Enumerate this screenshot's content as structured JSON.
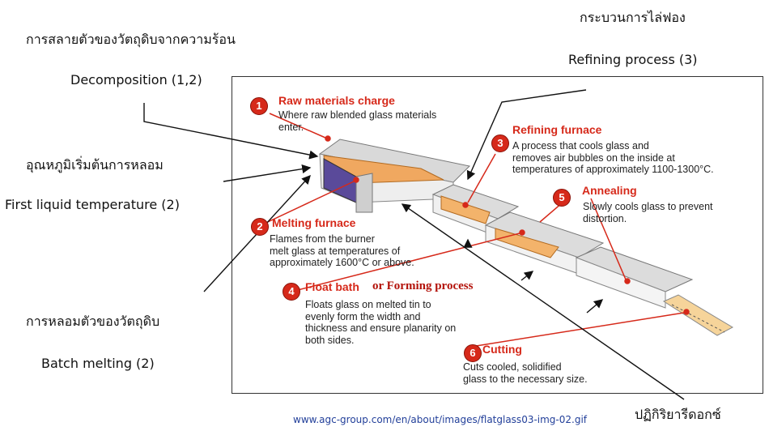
{
  "labels": {
    "refining_thai": "กระบวนการไล่ฟอง",
    "refining_en": "Refining process (3)",
    "decomp_thai": "การสลายตัวของวัตถุดิบจากความร้อน",
    "decomp_en": "Decomposition (1,2)",
    "first_liquid_thai": "อุณหภูมิเริ่มต้นการหลอม",
    "first_liquid_en": "First liquid temperature (2)",
    "batch_thai": "การหลอมตัวของวัตถุดิบ",
    "batch_en": "Batch melting (2)",
    "redox_thai": "ปฏิกิริยารีดอกซ์",
    "forming": "or Forming process",
    "source": "www.agc-group.com/en/about/images/flatglass03-img-02.gif"
  },
  "steps": [
    {
      "num": "1",
      "title": "Raw materials charge",
      "desc": "Where raw blended glass materials\nenter."
    },
    {
      "num": "2",
      "title": "Melting furnace",
      "desc": "Flames from the burner\nmelt glass at temperatures of\napproximately 1600°C or above."
    },
    {
      "num": "3",
      "title": "Refining furnace",
      "desc": "A process that cools glass and\nremoves air bubbles on the inside at\ntemperatures of approximately 1100-1300°C."
    },
    {
      "num": "4",
      "title": "Float bath",
      "desc": "Floats glass on melted tin to\nevenly form the width and\nthickness and ensure planarity on\nboth sides."
    },
    {
      "num": "5",
      "title": "Annealing",
      "desc": "Slowly cools glass to prevent\ndistortion."
    },
    {
      "num": "6",
      "title": "Cutting",
      "desc": "Cuts cooled, solidified\nglass to the necessary size."
    }
  ],
  "colors": {
    "accent": "#d6291a",
    "glass": "#f3b36b",
    "link": "#23409a"
  }
}
